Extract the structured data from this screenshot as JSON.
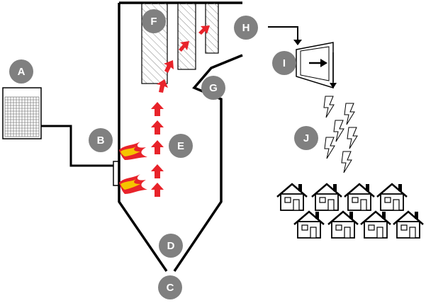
{
  "labels": {
    "A": "A",
    "B": "B",
    "C": "C",
    "D": "D",
    "E": "E",
    "F": "F",
    "G": "G",
    "H": "H",
    "I": "I",
    "J": "J"
  },
  "colors": {
    "label_circle": "#808080",
    "label_text": "#ffffff",
    "outline": "#000000",
    "flow_arrow": "#e8232a",
    "flame_outer": "#e8232a",
    "flame_inner": "#f5c400",
    "hatch": "#808080"
  },
  "icons": {
    "lightning": "lightning-bolt-icon",
    "house": "house-icon",
    "fuel_bin": "fuel-bin-icon",
    "turbine": "turbine-icon",
    "flame": "flame-icon"
  }
}
